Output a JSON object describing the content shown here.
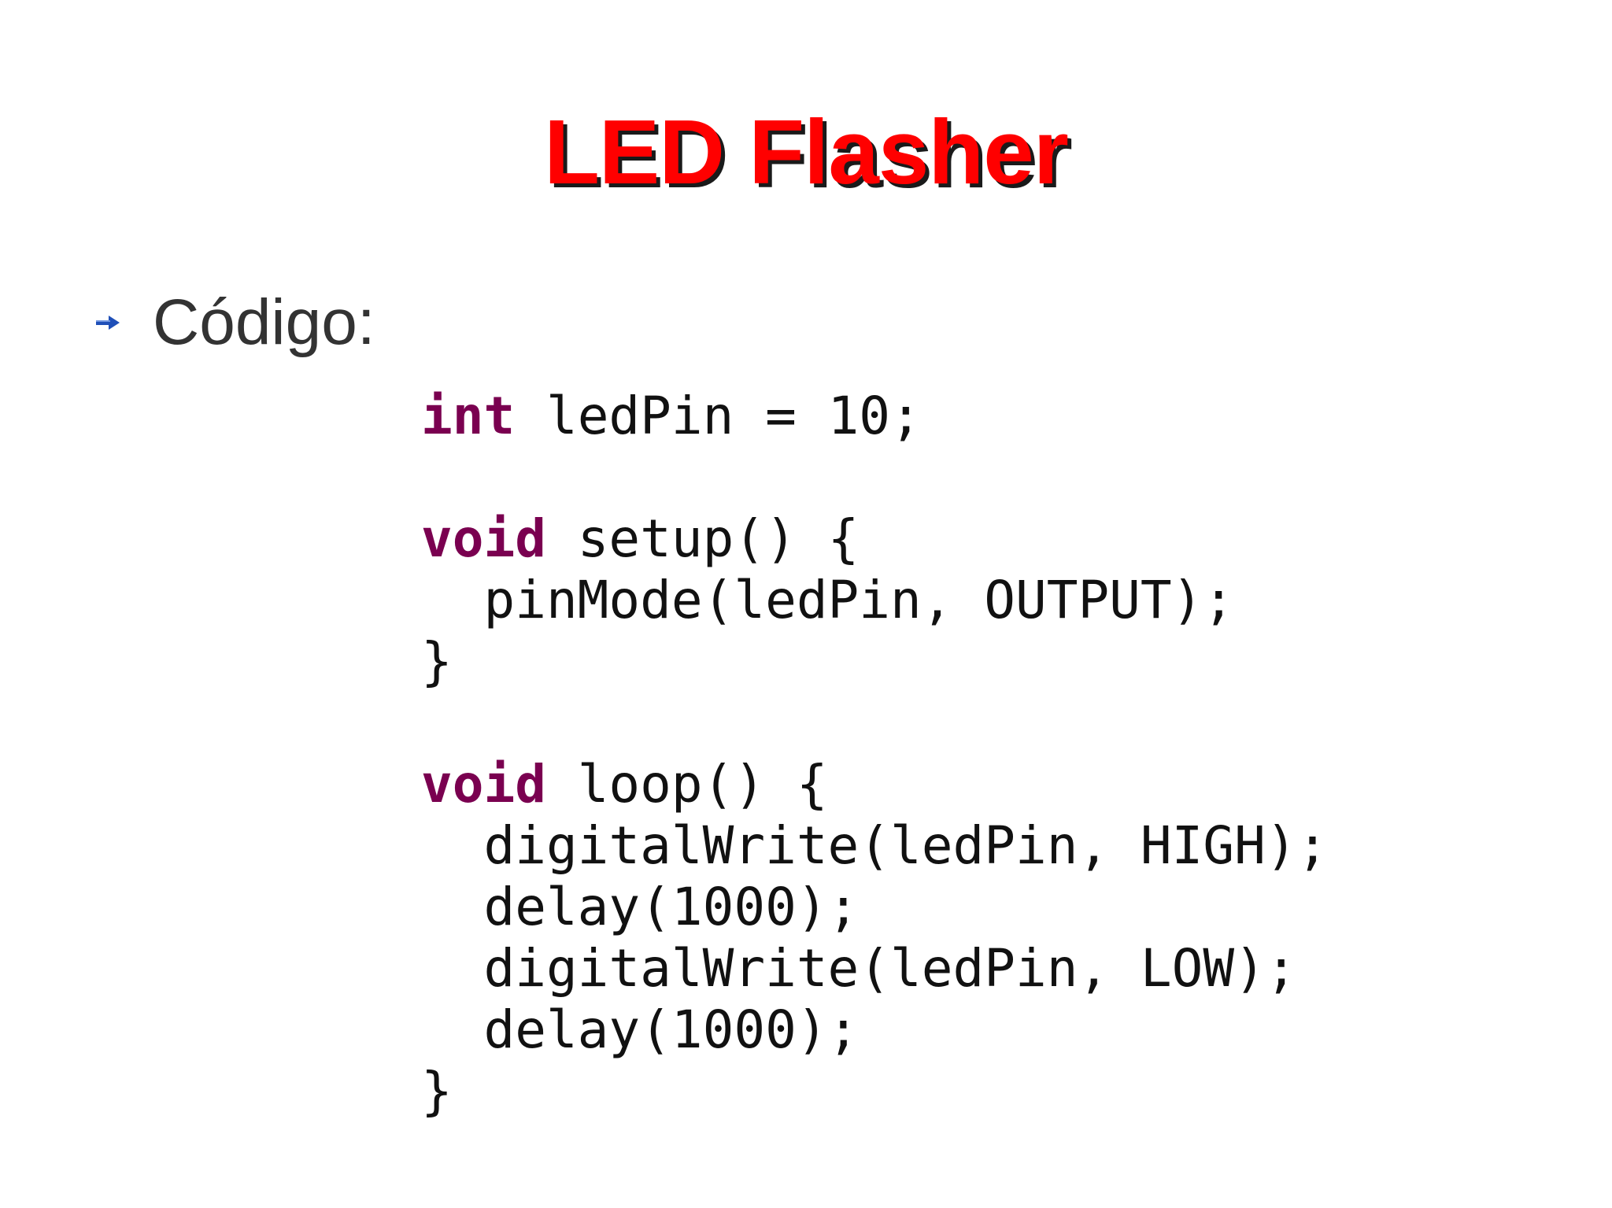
{
  "slide": {
    "title": "LED Flasher",
    "bullet": {
      "icon": "arrow-bullet-icon",
      "text": "Código:"
    },
    "code_lines": [
      {
        "keyword": "int",
        "rest": " ledPin = 10;"
      },
      {
        "keyword": "",
        "rest": ""
      },
      {
        "keyword": "void",
        "rest": " setup() {"
      },
      {
        "keyword": "",
        "rest": "  pinMode(ledPin, OUTPUT);"
      },
      {
        "keyword": "",
        "rest": "}"
      },
      {
        "keyword": "",
        "rest": ""
      },
      {
        "keyword": "void",
        "rest": " loop() {"
      },
      {
        "keyword": "",
        "rest": "  digitalWrite(ledPin, HIGH);"
      },
      {
        "keyword": "",
        "rest": "  delay(1000);"
      },
      {
        "keyword": "",
        "rest": "  digitalWrite(ledPin, LOW);"
      },
      {
        "keyword": "",
        "rest": "  delay(1000);"
      },
      {
        "keyword": "",
        "rest": "}"
      }
    ]
  },
  "colors": {
    "title": "#ff0000",
    "title_shadow": "#1a1a1a",
    "keyword": "#7a0050",
    "code_text": "#111111",
    "bullet_text": "#333333",
    "bullet_icon": "#1f4fb8"
  }
}
